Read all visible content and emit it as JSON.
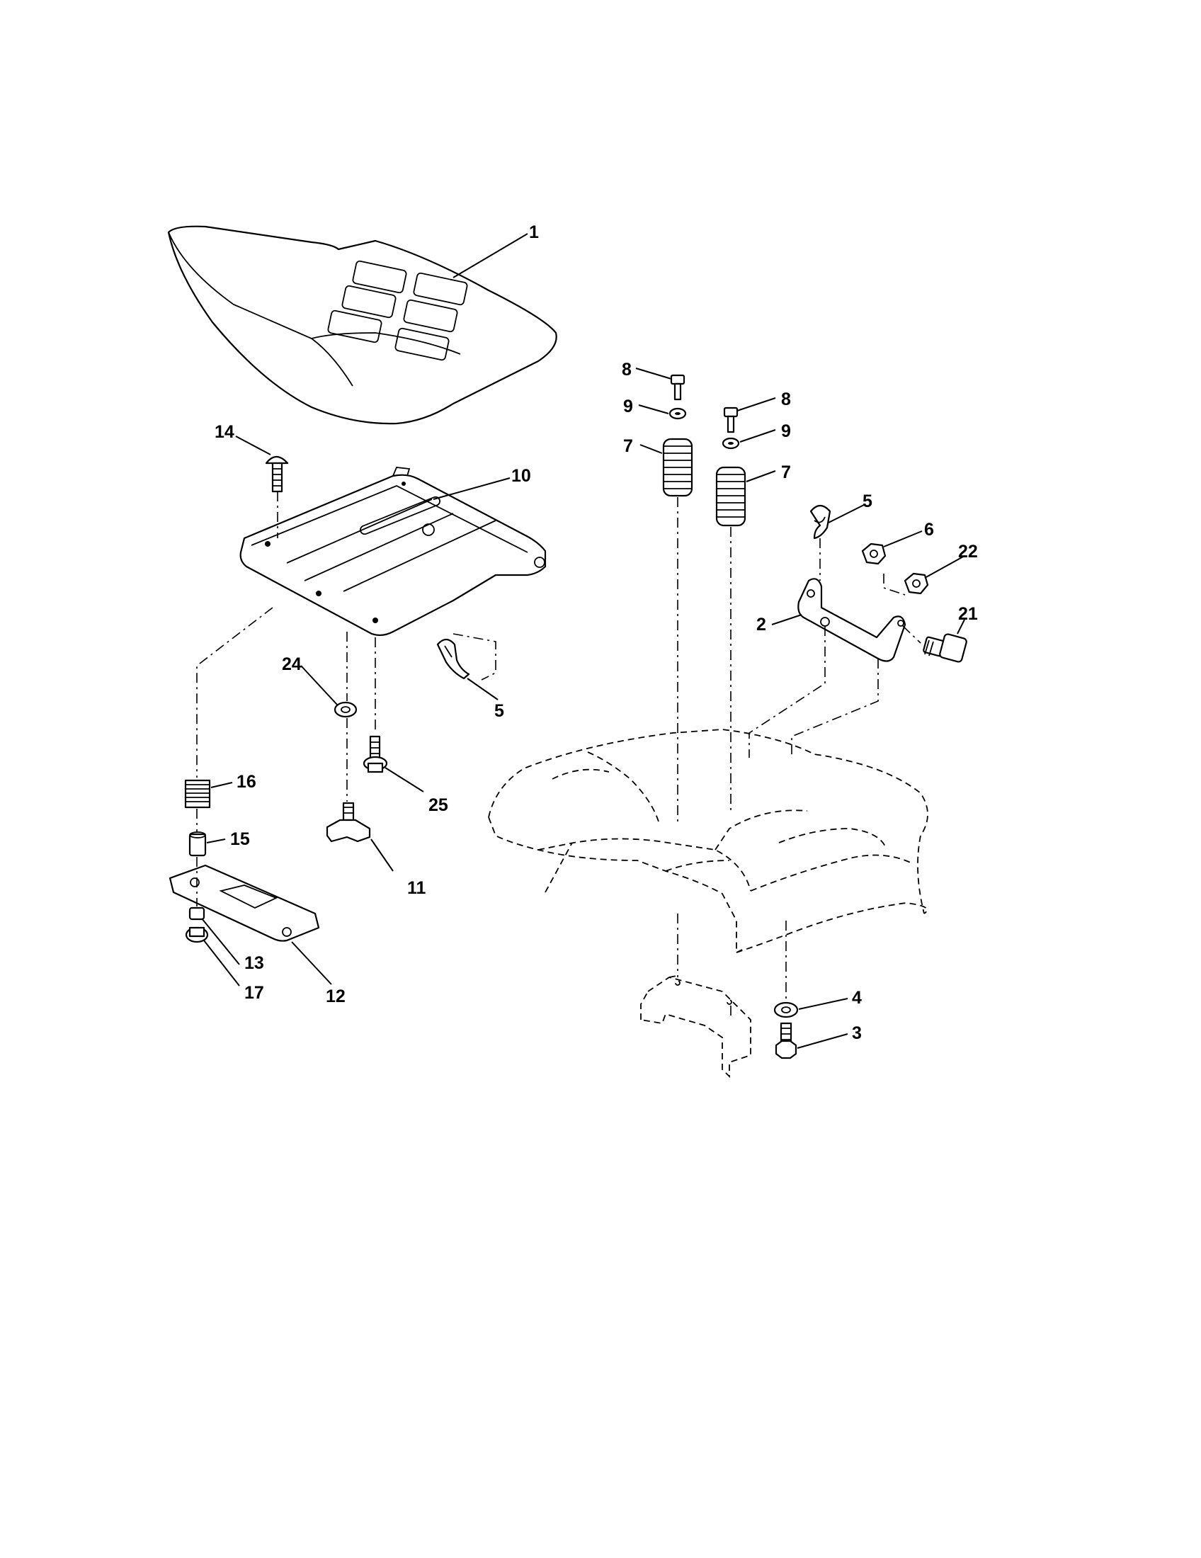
{
  "diagram": {
    "callouts": {
      "p1": "1",
      "p14": "14",
      "p10": "10",
      "p5a": "5",
      "p24": "24",
      "p25": "25",
      "p16": "16",
      "p15": "15",
      "p11": "11",
      "p13": "13",
      "p17": "17",
      "p12": "12",
      "p8a": "8",
      "p8b": "8",
      "p9a": "9",
      "p9b": "9",
      "p7a": "7",
      "p7b": "7",
      "p5b": "5",
      "p6": "6",
      "p22": "22",
      "p2": "2",
      "p21": "21",
      "p4": "4",
      "p3": "3"
    }
  }
}
